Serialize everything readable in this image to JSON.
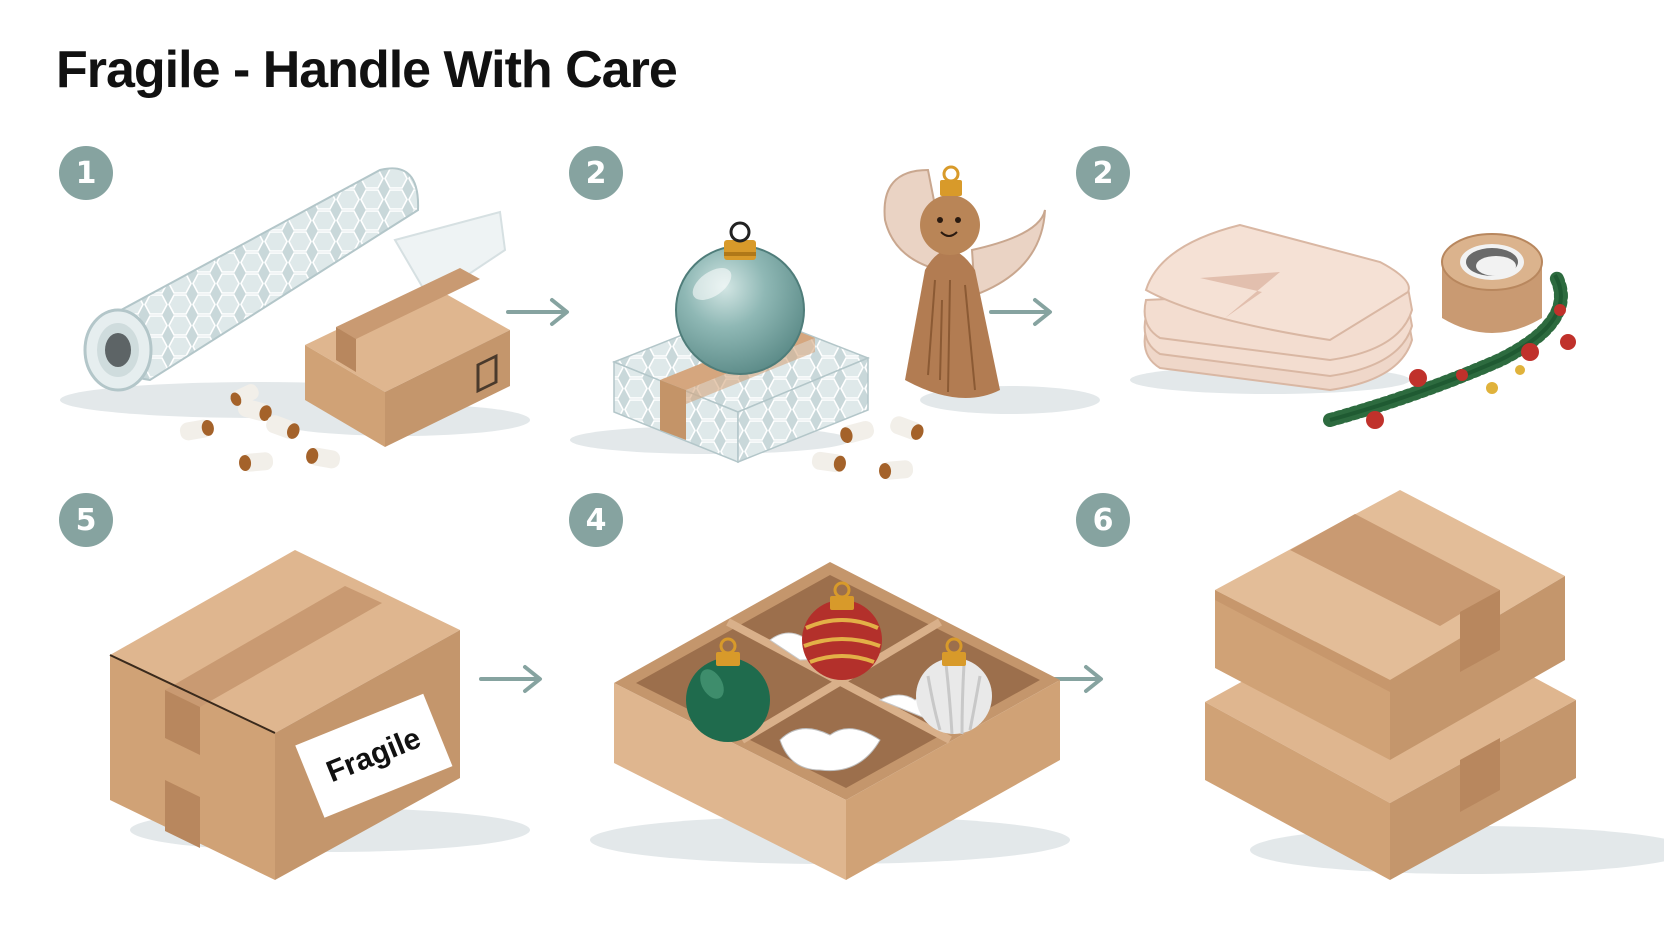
{
  "title": "Fragile - Handle With Care",
  "colors": {
    "badge": "#86a3a0",
    "arrow": "#86a3a0",
    "cardboard": "#d9b08a",
    "cardboard_dark": "#c4966c",
    "tape": "#c99a72",
    "bubble_wrap": "#c9d8da",
    "ornament_teal": "#7fa9a7",
    "ornament_red": "#b3302b",
    "ornament_green": "#1f6b4d",
    "shadow": "#e3e8ea"
  },
  "steps": [
    {
      "number": "1",
      "icons": [
        "bubble-wrap-roll-icon",
        "cardboard-box-icon",
        "packing-peanuts-icon"
      ]
    },
    {
      "number": "2",
      "icons": [
        "glass-ornament-icon",
        "wrapped-gift-icon",
        "wooden-angel-icon",
        "packing-peanuts-icon"
      ]
    },
    {
      "number": "2",
      "icons": [
        "folded-cloth-icon",
        "tape-roll-icon",
        "garland-icon"
      ]
    },
    {
      "number": "5",
      "icons": [
        "fragile-box-icon"
      ]
    },
    {
      "number": "4",
      "icons": [
        "divided-tray-icon",
        "ornament-icon"
      ]
    },
    {
      "number": "6",
      "icons": [
        "stacked-boxes-icon"
      ]
    }
  ],
  "fragile_label": "Fragile"
}
